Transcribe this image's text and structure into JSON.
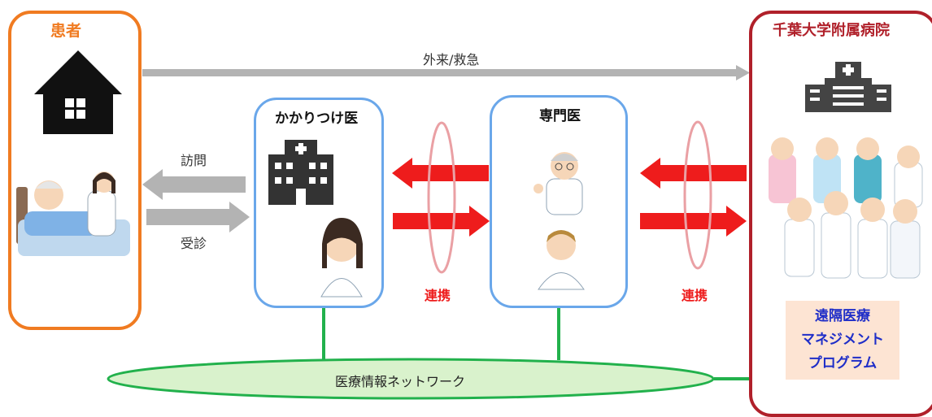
{
  "patient": {
    "title": "患者"
  },
  "hospital": {
    "title": "千葉大学附属病院",
    "program": [
      "遠隔医療",
      "マネジメント",
      "プログラム"
    ]
  },
  "family_doctor": {
    "title": "かかりつけ医"
  },
  "specialist": {
    "title": "専門医"
  },
  "arrows": {
    "outpatient": "外来/救急",
    "visit": "訪問",
    "consult": "受診",
    "cooperation_left": "連携",
    "cooperation_right": "連携"
  },
  "network": {
    "label": "医療情報ネットワーク"
  },
  "colors": {
    "orange": "#f07b21",
    "red_dark": "#b0202a",
    "blue_border": "#6aa7ea",
    "red": "#ee1c1c",
    "gray": "#b3b3b3",
    "green": "#22b14c",
    "ellipse_fill": "#d9f2cc",
    "program_bg": "#fde4d3",
    "program_text": "#1f2ec8"
  }
}
